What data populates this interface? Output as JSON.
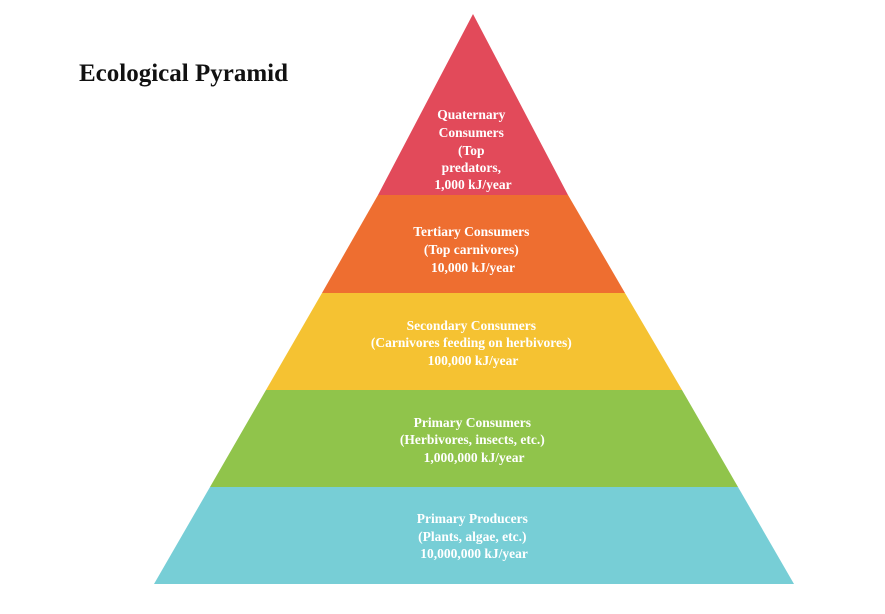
{
  "title": "Ecological Pyramid",
  "levels": [
    {
      "name": "quaternary-consumers",
      "color": "#e24a5a",
      "lines": [
        "Quaternary",
        "Consumers",
        "(Top",
        "predators,",
        "1,000 kJ/year"
      ]
    },
    {
      "name": "tertiary-consumers",
      "color": "#ee6e30",
      "lines": [
        "Tertiary Consumers",
        "(Top carnivores)",
        "10,000 kJ/year"
      ]
    },
    {
      "name": "secondary-consumers",
      "color": "#f5c232",
      "lines": [
        "Secondary Consumers",
        "(Carnivores feeding on herbivores)",
        "100,000 kJ/year"
      ]
    },
    {
      "name": "primary-consumers",
      "color": "#90c44b",
      "lines": [
        "Primary Consumers",
        "(Herbivores, insects, etc.)",
        "1,000,000 kJ/year"
      ]
    },
    {
      "name": "primary-producers",
      "color": "#77ced6",
      "lines": [
        "Primary Producers",
        "(Plants, algae, etc.)",
        "10,000,000 kJ/year"
      ]
    }
  ]
}
